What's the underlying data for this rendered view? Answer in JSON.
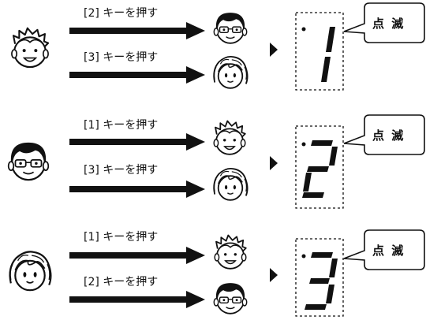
{
  "rows": [
    {
      "id": "row-1",
      "source_person": "boy",
      "instructions": [
        {
          "label": "[2] キーを押す",
          "target_person": "glasses-boy"
        },
        {
          "label": "[3] キーを押す",
          "target_person": "girl"
        }
      ],
      "display_digit": "1",
      "callout": "点 滅"
    },
    {
      "id": "row-2",
      "source_person": "glasses-boy",
      "instructions": [
        {
          "label": "[1] キーを押す",
          "target_person": "boy"
        },
        {
          "label": "[3] キーを押す",
          "target_person": "girl"
        }
      ],
      "display_digit": "2",
      "callout": "点 滅"
    },
    {
      "id": "row-3",
      "source_person": "girl",
      "instructions": [
        {
          "label": "[1] キーを押す",
          "target_person": "boy"
        },
        {
          "label": "[2] キーを押す",
          "target_person": "glasses-boy"
        }
      ],
      "display_digit": "3",
      "callout": "点 滅"
    }
  ]
}
